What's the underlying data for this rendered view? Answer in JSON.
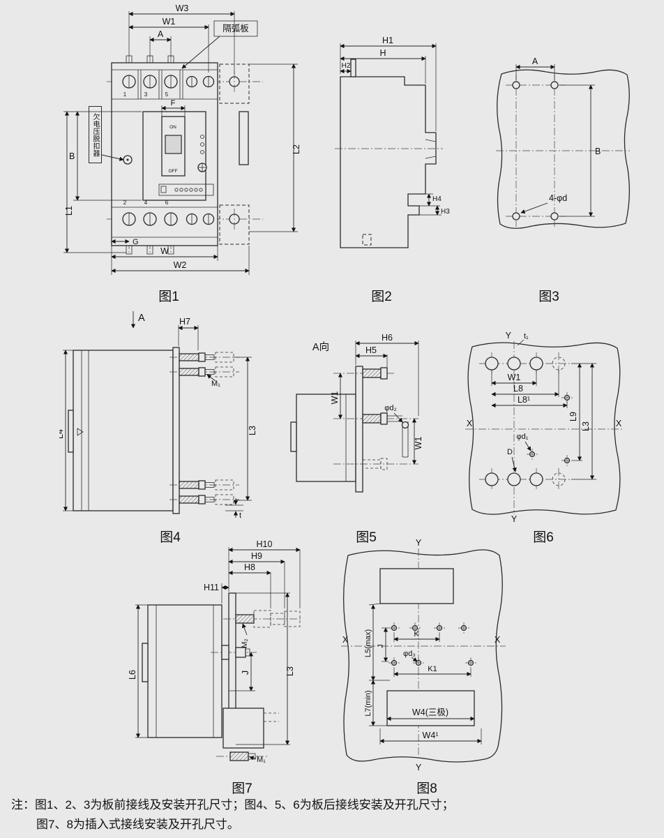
{
  "figures": {
    "fig1": {
      "caption": "图1",
      "labels": {
        "W3": "W3",
        "W1": "W1",
        "A": "A",
        "arc_plate": "隔弧板",
        "F": "F",
        "ON": "ON",
        "OFF": "OFF",
        "B": "B",
        "L1": "L1",
        "L2": "L2",
        "G": "G",
        "W": "W",
        "W2": "W2",
        "uv": "欠电压脱扣器",
        "n1": "1",
        "n3": "3",
        "n5": "5",
        "n2": "2",
        "n4": "4",
        "n6": "6"
      }
    },
    "fig2": {
      "caption": "图2",
      "labels": {
        "H1": "H1",
        "H": "H",
        "H2": "H2",
        "H3": "H3",
        "H4": "H4"
      }
    },
    "fig3": {
      "caption": "图3",
      "labels": {
        "A": "A",
        "B": "B",
        "holes": "4-φd"
      }
    },
    "fig4": {
      "caption": "图4",
      "labels": {
        "A": "A",
        "H7": "H7",
        "M1": "M₁",
        "L4": "L4",
        "L3": "L3",
        "t": "t"
      }
    },
    "fig5": {
      "caption": "图5",
      "labels": {
        "view": "A向",
        "H6": "H6",
        "H5": "H5",
        "d2": "φd₂",
        "W1a": "W1",
        "W1b": "W1"
      }
    },
    "fig6": {
      "caption": "图6",
      "labels": {
        "Y_top": "Y",
        "t1": "t₁",
        "W1": "W1",
        "L8": "L8",
        "L81": "L8¹",
        "L9": "L9",
        "L3": "L3",
        "X_left": "X",
        "X_right": "X",
        "d1": "φd₁",
        "D": "D",
        "Y_bottom": "Y"
      }
    },
    "fig7": {
      "caption": "图7",
      "labels": {
        "H10": "H10",
        "H9": "H9",
        "H8": "H8",
        "H11": "H11",
        "M2": "M₂",
        "L6": "L6",
        "J": "J",
        "L3": "L3",
        "M1": "M₁"
      }
    },
    "fig8": {
      "caption": "图8",
      "labels": {
        "Y_top": "Y",
        "Y_bottom": "Y",
        "X_left": "X",
        "X_right": "X",
        "K": "K",
        "J": "J",
        "L5": "L5(max)",
        "d3": "φd₃",
        "K1": "K1",
        "L7": "L7(min)",
        "W4": "W4(三极)",
        "W41": "W4¹"
      }
    }
  },
  "notes": {
    "line1": "注：图1、2、3为板前接线及安装开孔尺寸；图4、5、6为板后接线安装及开孔尺寸；",
    "line2": "图7、8为插入式接线安装及开孔尺寸。"
  }
}
